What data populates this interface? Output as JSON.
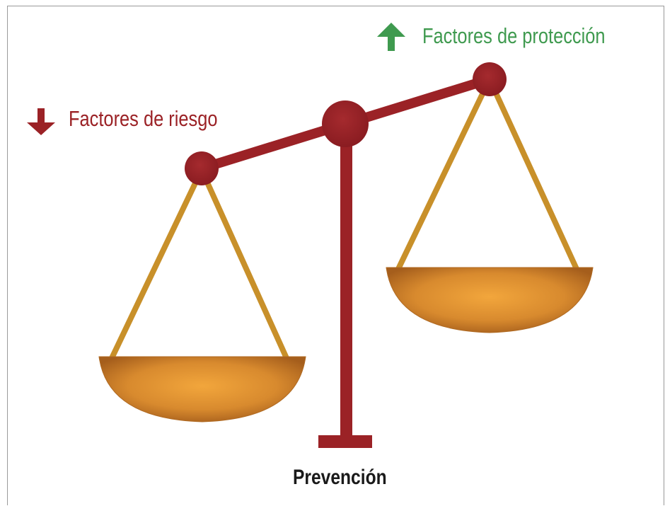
{
  "labels": {
    "risk": "Factores de riesgo",
    "protection": "Factores de protección",
    "bottom": "Prevención"
  },
  "icons": {
    "risk": "arrow-down-icon",
    "protection": "arrow-up-icon"
  },
  "colors": {
    "beam": "#9b2226",
    "pivot": "#8f1f24",
    "strings": "#c8902a",
    "pan_light": "#f0a43a",
    "pan_dark": "#a8601a",
    "risk_text": "#9b2226",
    "protection_text": "#3f9a4f"
  }
}
